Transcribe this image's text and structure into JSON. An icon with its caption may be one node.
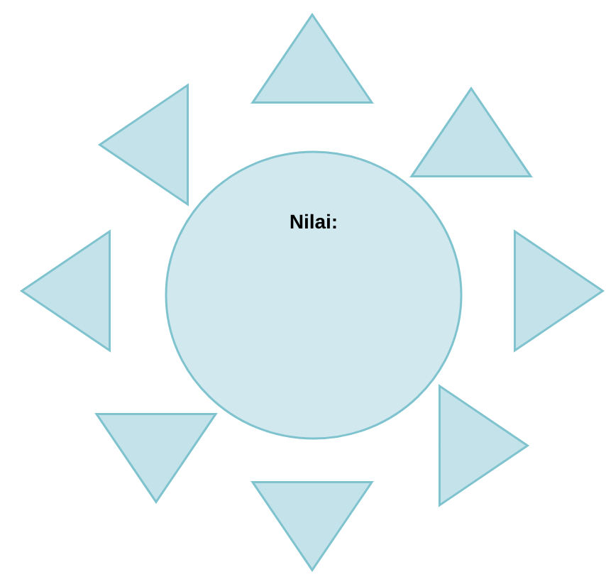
{
  "diagram": {
    "nodes": [
      {
        "text": [
          "Nilai:"
        ]
      },
      {
        "text": [],
        "shape": "triangle"
      },
      {
        "text": [],
        "shape": "triangle"
      },
      {
        "text": [],
        "shape": "triangle"
      },
      {
        "text": [],
        "shape": "triangle"
      },
      {
        "text": [],
        "shape": "triangle"
      },
      {
        "text": [],
        "shape": "triangle"
      },
      {
        "text": [],
        "shape": "triangle"
      },
      {
        "text": [],
        "shape": "triangle"
      }
    ]
  }
}
